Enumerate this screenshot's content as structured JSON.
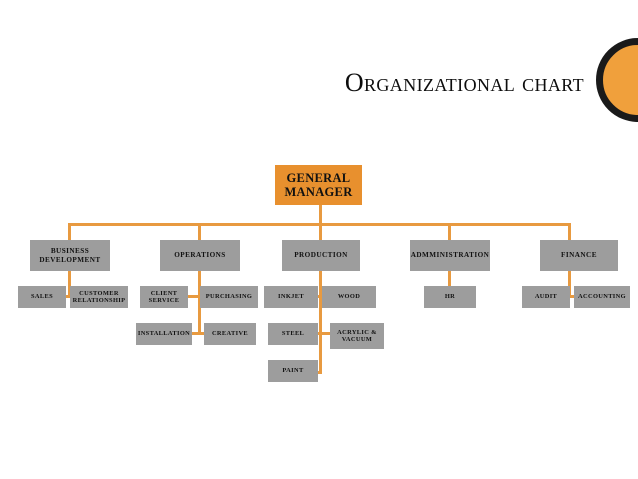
{
  "slide": {
    "title": "Organizational chart",
    "background_color": "#ffffff",
    "accent_color": "#E8902E",
    "connector_color": "#E89A40",
    "node_color": "#9D9D9D",
    "decoration": {
      "name": "circle",
      "fill": "#F0A03C",
      "ring": "#1a1a1a"
    }
  },
  "chart_data": {
    "type": "diagram",
    "title": "Organizational chart",
    "root": {
      "label": "GENERAL MANAGER"
    },
    "nodes": {
      "business_development": "BUSINESS DEVELOPMENT",
      "operations": "OPERATIONS",
      "production": "PRODUCTION",
      "administration": "ADMMINISTRATION",
      "finance": "FINANCE",
      "sales": "SALES",
      "customer_relationship": "CUSTOMER RELATIONSHIP",
      "client_service": "CLIENT SERVICE",
      "purchasing": "PURCHASING",
      "inkjet": "INKJET",
      "wood": "WOOD",
      "hr": "HR",
      "audit": "AUDIT",
      "accounting": "ACCOUNTING",
      "installation": "INSTALLATION",
      "creative": "CREATIVE",
      "steel": "STEEL",
      "acrylic_vacuum": "ACRYLIC & VACUUM",
      "paint": "PAINT"
    },
    "hierarchy": [
      {
        "label": "GENERAL MANAGER",
        "level": 1,
        "children": [
          {
            "label": "BUSINESS DEVELOPMENT",
            "level": 2,
            "children": [
              {
                "label": "SALES",
                "level": 3
              },
              {
                "label": "CUSTOMER RELATIONSHIP",
                "level": 3
              }
            ]
          },
          {
            "label": "OPERATIONS",
            "level": 2,
            "children": [
              {
                "label": "CLIENT SERVICE",
                "level": 3
              },
              {
                "label": "PURCHASING",
                "level": 3
              },
              {
                "label": "INSTALLATION",
                "level": 4
              },
              {
                "label": "CREATIVE",
                "level": 4
              }
            ]
          },
          {
            "label": "PRODUCTION",
            "level": 2,
            "children": [
              {
                "label": "INKJET",
                "level": 3
              },
              {
                "label": "WOOD",
                "level": 3
              },
              {
                "label": "STEEL",
                "level": 4
              },
              {
                "label": "ACRYLIC & VACUUM",
                "level": 4
              },
              {
                "label": "PAINT",
                "level": 5
              }
            ]
          },
          {
            "label": "ADMMINISTRATION",
            "level": 2,
            "children": [
              {
                "label": "HR",
                "level": 3
              }
            ]
          },
          {
            "label": "FINANCE",
            "level": 2,
            "children": [
              {
                "label": "AUDIT",
                "level": 3
              },
              {
                "label": "ACCOUNTING",
                "level": 3
              }
            ]
          }
        ]
      }
    ]
  }
}
